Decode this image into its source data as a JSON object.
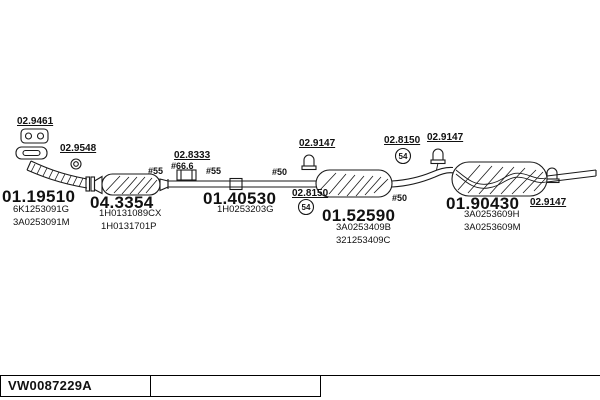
{
  "diagram": {
    "parts": {
      "front_flange_gasket": {
        "num": "02.9461"
      },
      "ring_seal": {
        "num": "02.9548"
      },
      "front_pipe": {
        "num": "01.19510",
        "oem1": "6K1253091G",
        "oem2": "3A0253091M"
      },
      "catalytic_converter": {
        "num": "04.3354",
        "oem1": "1H0131089CX",
        "oem2": "1H0131701P"
      },
      "sleeve": {
        "num": "02.8333",
        "diameter": "#66.6"
      },
      "center_pipe": {
        "num": "01.40530",
        "oem1": "1H0253203G"
      },
      "clamp_9147": {
        "num": "02.9147"
      },
      "clamp_8150": {
        "num": "02.8150",
        "size": "54"
      },
      "center_muffler": {
        "num": "01.52590",
        "oem1": "3A0253409B",
        "oem2": "321253409C"
      },
      "rear_muffler": {
        "num": "01.90430",
        "oem1": "3A0253609H",
        "oem2": "3A0253609M"
      }
    },
    "diameters": {
      "d55": "#55",
      "d50": "#50"
    },
    "titleblock": {
      "drawing_id": "VW0087229A"
    }
  }
}
